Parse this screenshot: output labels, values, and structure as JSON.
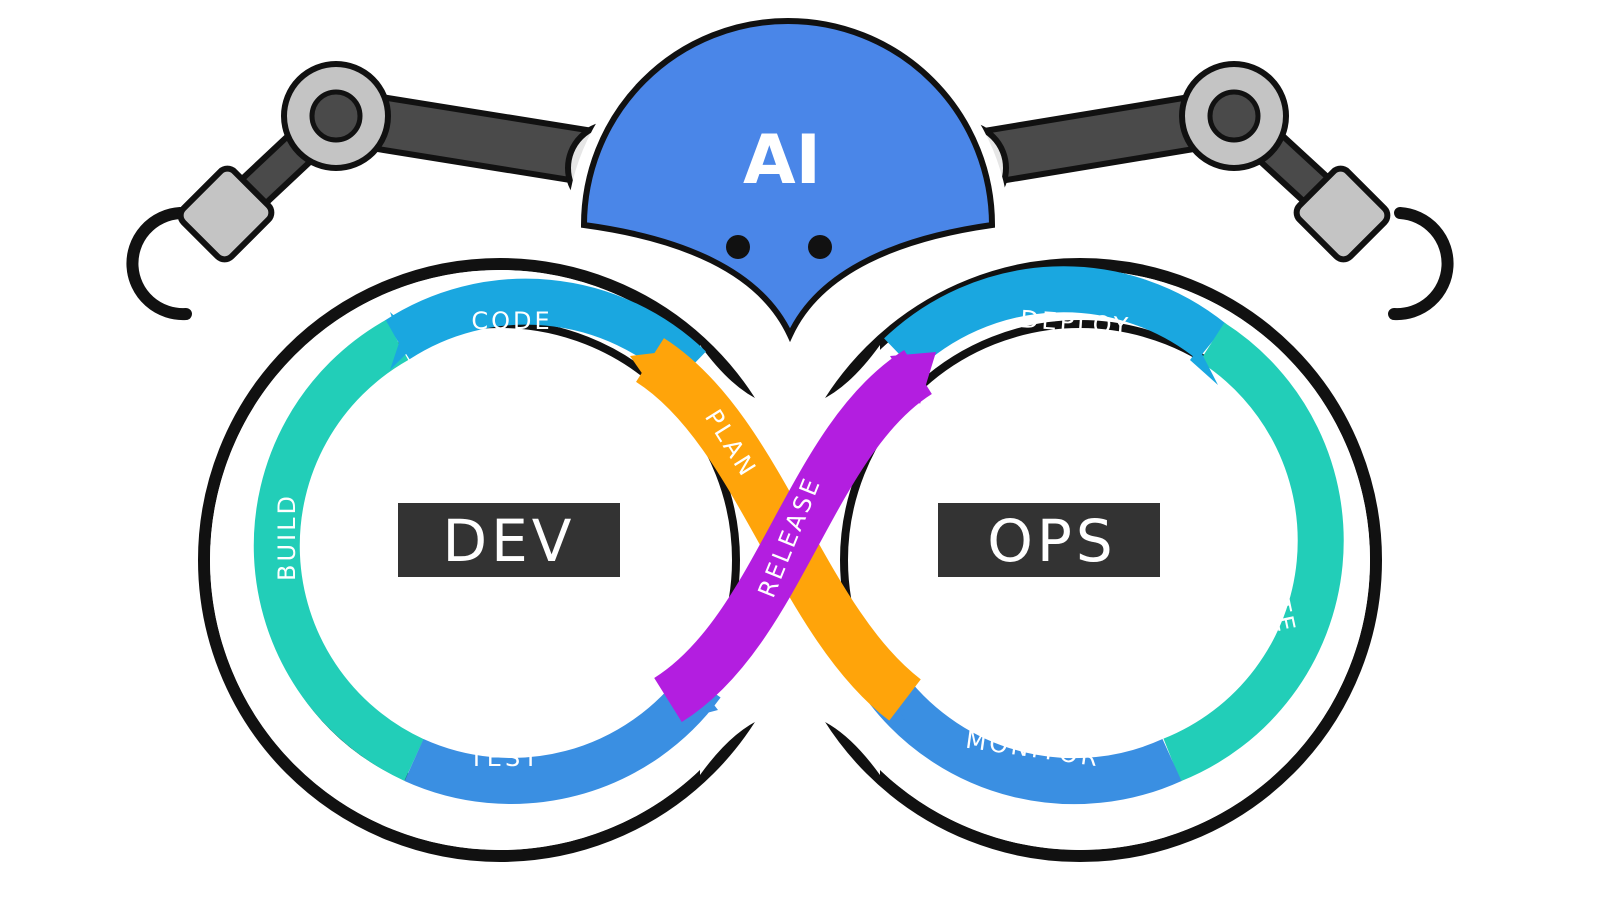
{
  "title_badge": "AI",
  "sections": {
    "left": "DEV",
    "right": "OPS"
  },
  "stages": {
    "code": "CODE",
    "build": "BUILD",
    "test": "TEST",
    "plan": "PLAN",
    "release": "RELEASE",
    "deploy": "DEPLOY",
    "operate": "OPERATE",
    "monitor": "MONITOR"
  },
  "colors": {
    "code": "#1aa7e0",
    "build": "#22ceb8",
    "test": "#3a8fe2",
    "plan": "#ffa40a",
    "release": "#b31ee0",
    "deploy": "#1aa7e0",
    "operate": "#22ceb8",
    "monitor": "#3a8fe2",
    "robot_head": "#4a86e8",
    "arm": "#4a4a4a",
    "joint": "#c4c4c4",
    "label_box": "#333333"
  }
}
